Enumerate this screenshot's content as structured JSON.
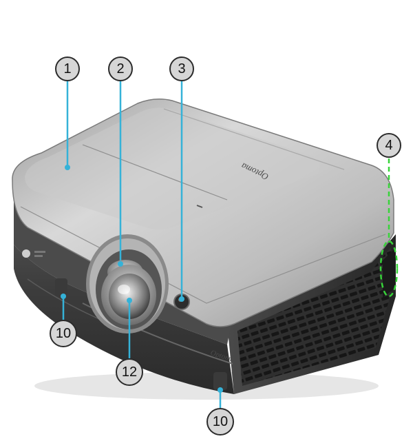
{
  "diagram": {
    "colors": {
      "leader_line": "#35b2d8",
      "hidden_marker": "#38d43a",
      "callout_fill": "#d6d6d6",
      "callout_stroke": "#2b2b2b",
      "body_dark": "#3a3a3a",
      "body_light": "#d7d7d7"
    },
    "callouts": [
      {
        "id": "c1",
        "label": "1"
      },
      {
        "id": "c2",
        "label": "2"
      },
      {
        "id": "c3",
        "label": "3"
      },
      {
        "id": "c4",
        "label": "4"
      },
      {
        "id": "c10a",
        "label": "10"
      },
      {
        "id": "c12",
        "label": "12"
      },
      {
        "id": "c10b",
        "label": "10"
      }
    ],
    "brand_top": "Optoma",
    "brand_front": "Optoma"
  }
}
